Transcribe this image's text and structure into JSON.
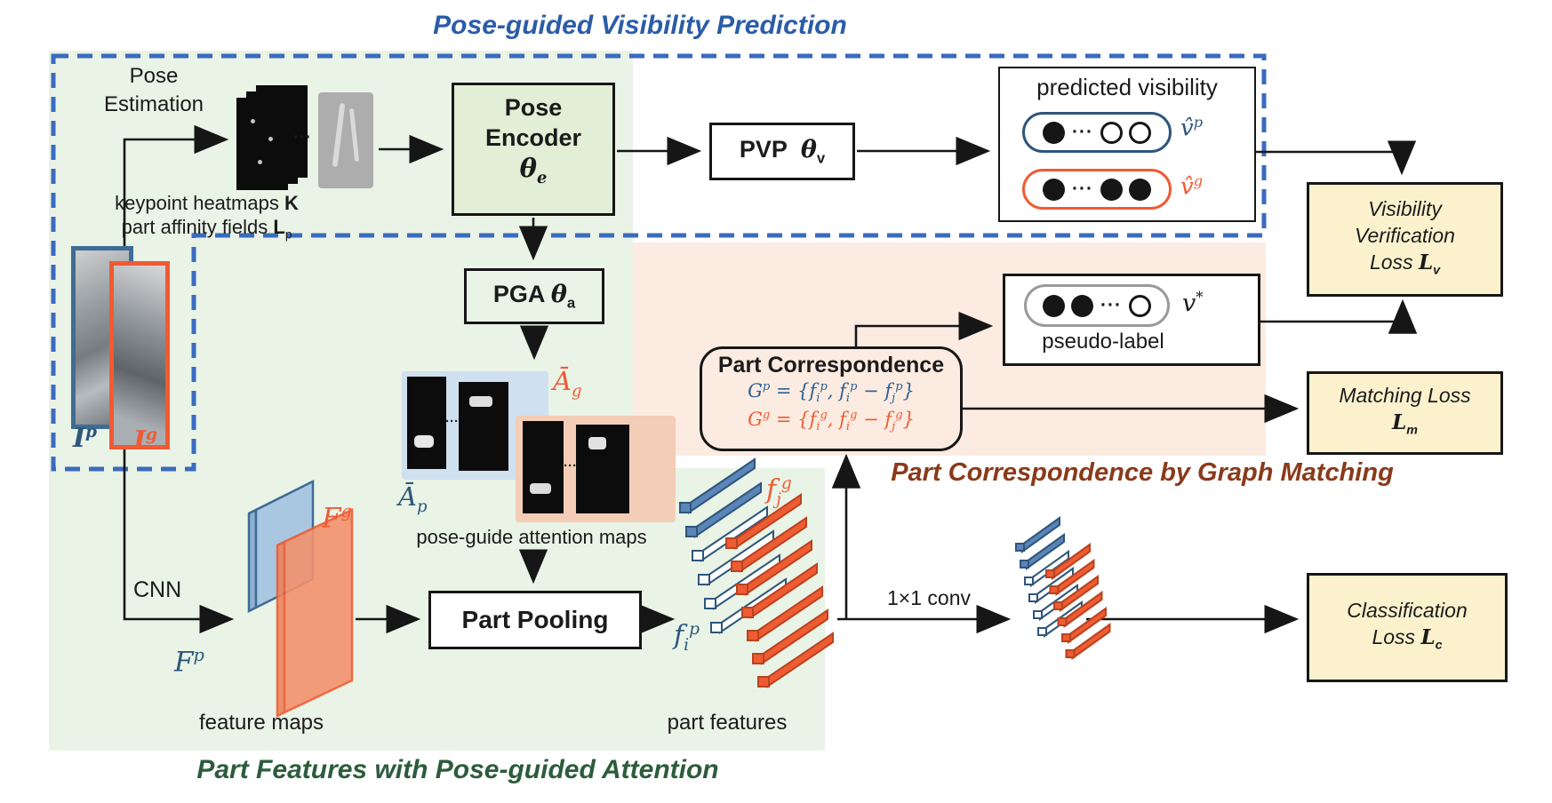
{
  "palette": {
    "dash_blue": "#3a6bbf",
    "green_bg": "#e9f3e6",
    "pink_bg": "#fcebe0",
    "loss_fill": "#fbf2cd",
    "blue_accent": "#2e567c",
    "orange_accent": "#ef5b33",
    "title_blue": "#2b5ca8",
    "title_brown": "#8a3a1a",
    "title_green": "#2c5c3c",
    "ink": "#161616"
  },
  "titles": {
    "top": "Pose-guided Visibility Prediction",
    "graph_matching": "Part Correspondence by Graph Matching",
    "part_features": "Part Features with Pose-guided Attention"
  },
  "left": {
    "pose_line1": "Pose",
    "pose_line2": "Estimation",
    "cnn": "CNN",
    "probe_label": "I<sup>p</sup>",
    "gallery_label": "I<sup>g</sup>",
    "heatmap_caption1": "keypoint heatmaps <b>K</b>",
    "heatmap_caption2": "part affinity fields <b>L</b><sub>p</sub>",
    "dots": "···"
  },
  "encoder": {
    "line1": "Pose",
    "line2": "Encoder",
    "theta": "θ<sub>e</sub>"
  },
  "pvp": {
    "label": "PVP&nbsp; <span class=\"math\">θ</span><sub>v</sub>"
  },
  "pga": {
    "label": "PGA <span class=\"math\">θ</span><sub>a</sub>"
  },
  "pred_vis": {
    "title": "predicted visibility",
    "row_p": {
      "pattern": [
        "f",
        "d",
        "e",
        "e"
      ],
      "label": "v̂<sup>p</sup>"
    },
    "row_g": {
      "pattern": [
        "f",
        "d",
        "f",
        "f"
      ],
      "label": "v̂<sup>g</sup>"
    }
  },
  "pseudo": {
    "pattern": [
      "f",
      "f",
      "d",
      "e"
    ],
    "label": "v<sup>*</sup>",
    "caption": "pseudo-label"
  },
  "attention": {
    "a_g": "Ā<sub>g</sub>",
    "a_p": "Ā<sub>p</sub>",
    "caption": "pose-guide attention maps",
    "dots": "···"
  },
  "features": {
    "f_g": "F<sup>g</sup>",
    "f_p": "F<sup>p</sup>",
    "caption": "feature maps"
  },
  "part_features": {
    "f_jg": "f<sub>j</sub><sup>g</sup>",
    "f_ip": "f<sub>i</sub><sup>p</sup>",
    "caption": "part features",
    "stack1": {
      "blue": [
        "s",
        "s",
        "o",
        "o",
        "o",
        "o"
      ],
      "orange": [
        "s",
        "s",
        "s",
        "s",
        "s",
        "s",
        "s"
      ]
    },
    "stack2": {
      "blue": [
        "s",
        "s",
        "o",
        "o",
        "o",
        "o"
      ],
      "orange": [
        "s",
        "s",
        "s",
        "s",
        "s",
        "s"
      ]
    }
  },
  "pooling": {
    "label": "Part Pooling"
  },
  "conv": {
    "label": "1×1 conv"
  },
  "correspondence": {
    "title": "Part Correspondence",
    "f1": "G<sup>p</sup> = {f<sub>i</sub><sup>p</sup>, f<sub>i</sub><sup>p</sup> − f<sub>j</sub><sup>p</sup>}",
    "f2": "G<sup>g</sup> = {f<sub>i</sub><sup>g</sup>, f<sub>i</sub><sup>g</sup> − f<sub>j</sub><sup>g</sup>}"
  },
  "losses": {
    "visibility": [
      "Visibility",
      "Verification",
      "Loss <b class=\"math\">L</b><sub><b>v</b></sub>"
    ],
    "matching": [
      "Matching Loss",
      "<b class=\"math\">L</b><sub><b>m</b></sub>"
    ],
    "classification": [
      "Classification",
      "Loss <b class=\"math\">L</b><sub><b>c</b></sub>"
    ]
  }
}
